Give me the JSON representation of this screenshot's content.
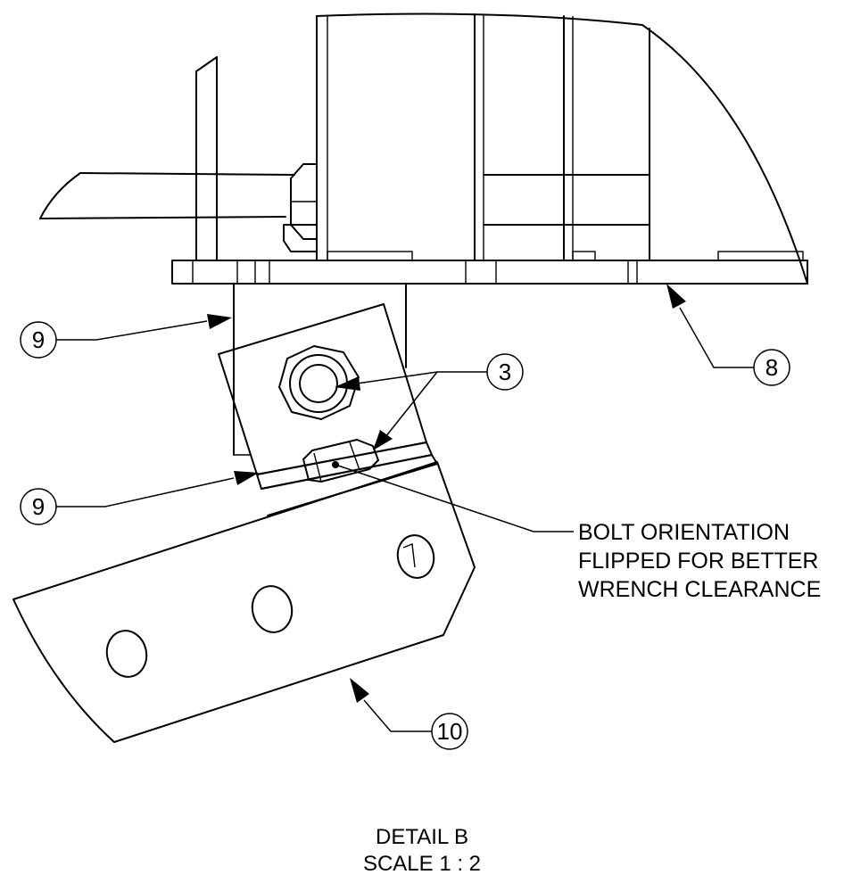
{
  "balloons": {
    "b9_upper": "9",
    "b9_lower": "9",
    "b3": "3",
    "b8": "8",
    "b10": "10"
  },
  "note": {
    "line1": "BOLT ORIENTATION",
    "line2": "FLIPPED FOR BETTER",
    "line3": "WRENCH CLEARANCE"
  },
  "detail": {
    "title": "DETAIL B",
    "scale": "SCALE 1 : 2"
  }
}
